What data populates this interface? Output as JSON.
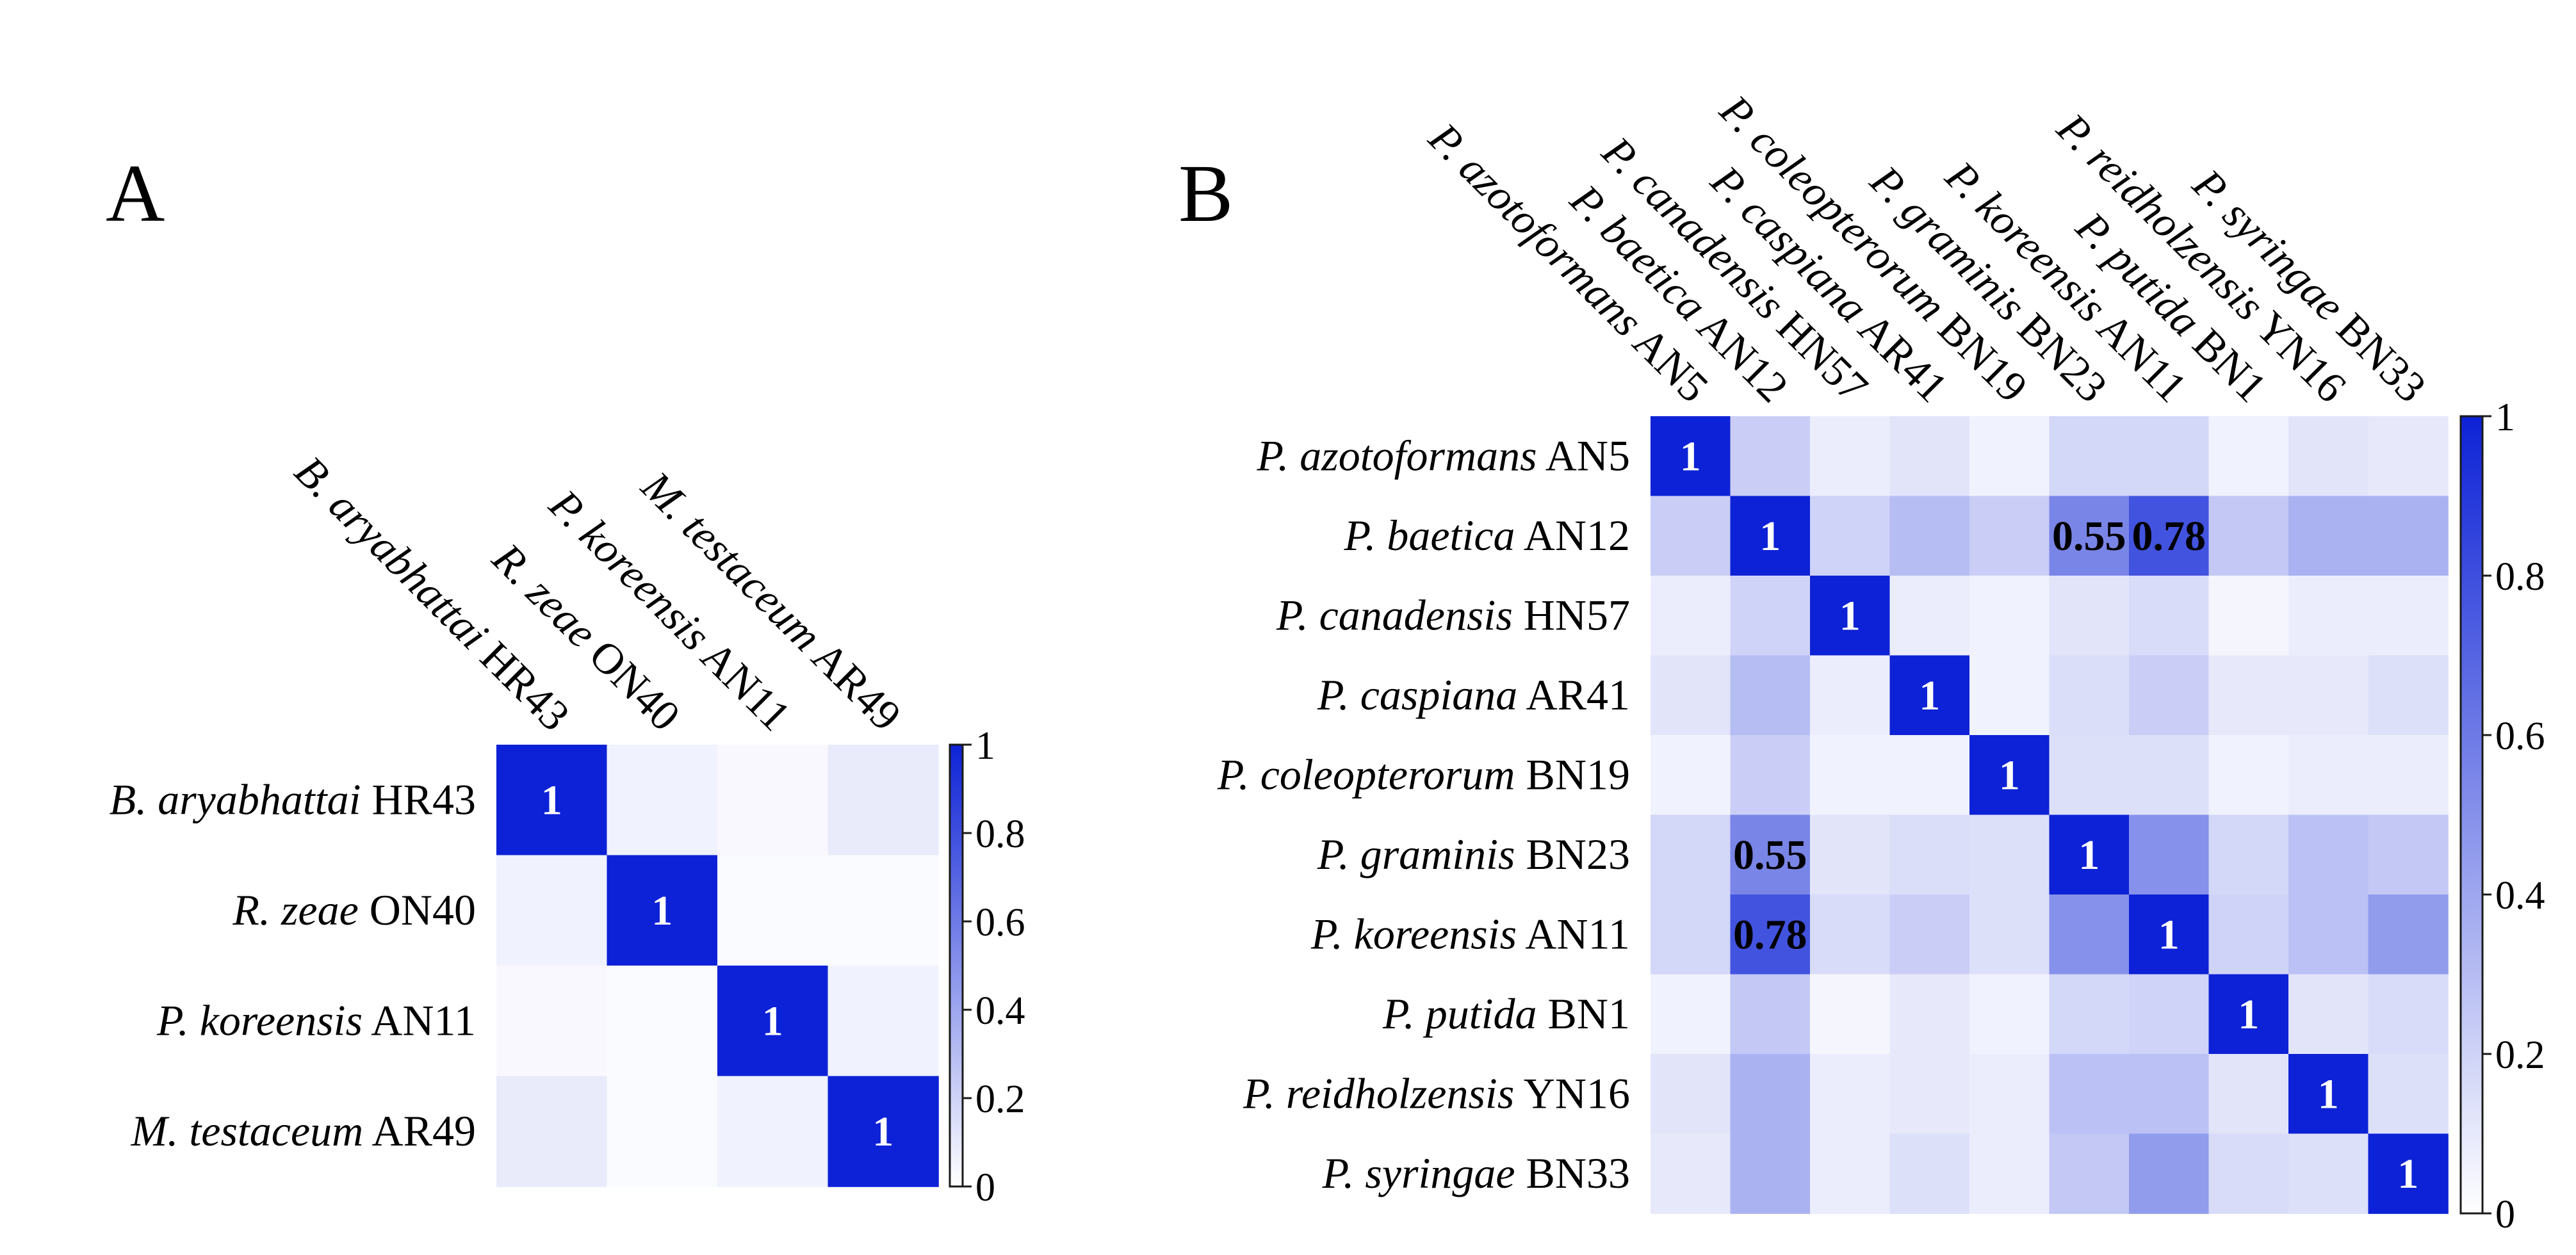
{
  "chart_data": [
    {
      "type": "heatmap",
      "panel_label": "A",
      "genus": [
        "B.",
        "R.",
        "P.",
        "M."
      ],
      "species": [
        "aryabhattai",
        "zeae",
        "koreensis",
        "testaceum"
      ],
      "strain": [
        "HR43",
        "ON40",
        "AN11",
        "AR49"
      ],
      "matrix": [
        [
          1,
          0.06,
          0.03,
          0.09
        ],
        [
          0.06,
          1,
          0.02,
          0.02
        ],
        [
          0.03,
          0.02,
          1,
          0.06
        ],
        [
          0.09,
          0.02,
          0.06,
          1
        ]
      ],
      "annotations": [
        {
          "row": 0,
          "col": 0,
          "text": "1"
        },
        {
          "row": 1,
          "col": 1,
          "text": "1"
        },
        {
          "row": 2,
          "col": 2,
          "text": "1"
        },
        {
          "row": 3,
          "col": 3,
          "text": "1"
        }
      ],
      "colorbar": {
        "range": [
          0,
          1
        ],
        "ticks": [
          "0",
          "0.2",
          "0.4",
          "0.6",
          "0.8",
          "1"
        ],
        "colors": [
          "#ffffff",
          "#0d22d6"
        ]
      }
    },
    {
      "type": "heatmap",
      "panel_label": "B",
      "genus": [
        "P.",
        "P.",
        "P.",
        "P.",
        "P.",
        "P.",
        "P.",
        "P.",
        "P.",
        "P."
      ],
      "species": [
        "azotoformans",
        "baetica",
        "canadensis",
        "caspiana",
        "coleopterorum",
        "graminis",
        "koreensis",
        "putida",
        "reidholzensis",
        "syringae"
      ],
      "strain": [
        "AN5",
        "AN12",
        "HN57",
        "AR41",
        "BN19",
        "BN23",
        "AN11",
        "BN1",
        "YN16",
        "BN33"
      ],
      "matrix": [
        [
          1,
          0.22,
          0.08,
          0.12,
          0.06,
          0.18,
          0.18,
          0.06,
          0.12,
          0.1
        ],
        [
          0.22,
          1,
          0.2,
          0.3,
          0.22,
          0.55,
          0.78,
          0.25,
          0.35,
          0.35
        ],
        [
          0.08,
          0.2,
          1,
          0.08,
          0.06,
          0.12,
          0.16,
          0.04,
          0.08,
          0.08
        ],
        [
          0.12,
          0.3,
          0.08,
          1,
          0.06,
          0.15,
          0.22,
          0.1,
          0.1,
          0.14
        ],
        [
          0.06,
          0.22,
          0.06,
          0.06,
          1,
          0.14,
          0.14,
          0.06,
          0.08,
          0.08
        ],
        [
          0.18,
          0.55,
          0.12,
          0.15,
          0.14,
          1,
          0.5,
          0.18,
          0.28,
          0.25
        ],
        [
          0.18,
          0.78,
          0.16,
          0.22,
          0.14,
          0.5,
          1,
          0.2,
          0.28,
          0.45
        ],
        [
          0.06,
          0.25,
          0.04,
          0.1,
          0.06,
          0.18,
          0.2,
          1,
          0.12,
          0.16
        ],
        [
          0.12,
          0.35,
          0.08,
          0.1,
          0.08,
          0.28,
          0.28,
          0.12,
          1,
          0.14
        ],
        [
          0.1,
          0.35,
          0.08,
          0.14,
          0.08,
          0.25,
          0.45,
          0.16,
          0.14,
          1
        ]
      ],
      "annotations": [
        {
          "row": 0,
          "col": 0,
          "text": "1"
        },
        {
          "row": 1,
          "col": 1,
          "text": "1"
        },
        {
          "row": 2,
          "col": 2,
          "text": "1"
        },
        {
          "row": 3,
          "col": 3,
          "text": "1"
        },
        {
          "row": 4,
          "col": 4,
          "text": "1"
        },
        {
          "row": 5,
          "col": 5,
          "text": "1"
        },
        {
          "row": 6,
          "col": 6,
          "text": "1"
        },
        {
          "row": 7,
          "col": 7,
          "text": "1"
        },
        {
          "row": 8,
          "col": 8,
          "text": "1"
        },
        {
          "row": 9,
          "col": 9,
          "text": "1"
        },
        {
          "row": 1,
          "col": 5,
          "text": "0.55"
        },
        {
          "row": 1,
          "col": 6,
          "text": "0.78"
        },
        {
          "row": 5,
          "col": 1,
          "text": "0.55"
        },
        {
          "row": 6,
          "col": 1,
          "text": "0.78"
        }
      ],
      "colorbar": {
        "range": [
          0,
          1
        ],
        "ticks": [
          "0",
          "0.2",
          "0.4",
          "0.6",
          "0.8",
          "1"
        ],
        "colors": [
          "#ffffff",
          "#0d22d6"
        ]
      }
    }
  ]
}
